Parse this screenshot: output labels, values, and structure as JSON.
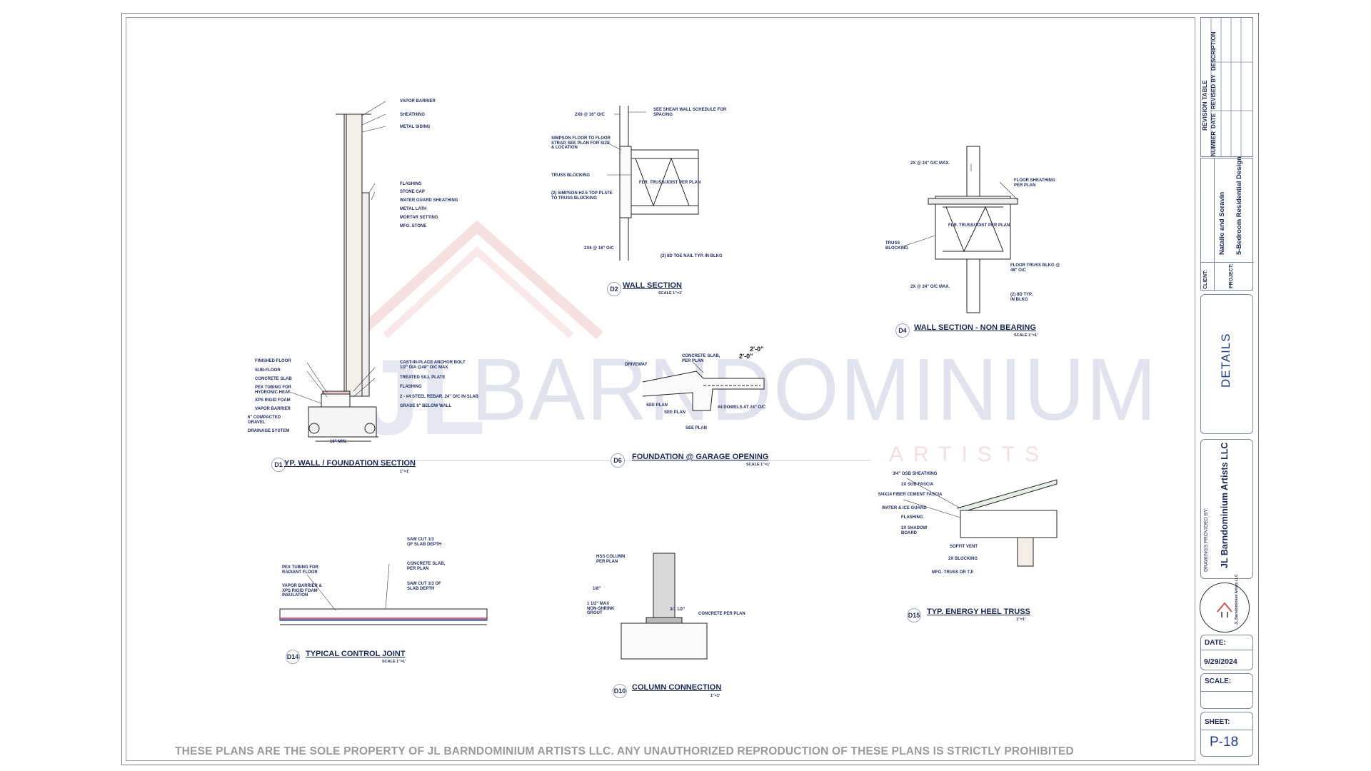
{
  "footer": "THESE PLANS ARE THE SOLE PROPERTY OF JL BARNDOMINIUM ARTISTS LLC. ANY UNAUTHORIZED REPRODUCTION OF THESE PLANS IS STRICTLY PROHIBITED",
  "watermark": {
    "main": "BARNDOMINIUM",
    "sub": "ARTISTS",
    "initials": "JL"
  },
  "title_block": {
    "revision_table": "REVISION TABLE",
    "rev_cols": [
      "NUMBER",
      "DATE",
      "REVISED BY",
      "DESCRIPTION"
    ],
    "client_label": "CLIENT:",
    "client": "Natalie and Soravin",
    "project_label": "PROJECT:",
    "project": "5-Bedroom Residential Design",
    "sheet_title": "DETAILS",
    "provided_by_label": "DRAWINGS PROVIDED BY:",
    "company": "JL Barndominium Artists LLC",
    "date_label": "DATE:",
    "date": "9/29/2024",
    "scale_label": "SCALE:",
    "scale": "",
    "sheet_label": "SHEET:",
    "sheet": "P-18"
  },
  "details": {
    "d1": {
      "tag": "D1",
      "title": "YP. WALL / FOUNDATION SECTION",
      "scale": "1\"=1'",
      "labels_right": [
        "VAPOR BARRIER",
        "SHEATHING",
        "METAL SIDING",
        "FLASHING",
        "STONE CAP",
        "WATER GUARD SHEATHING",
        "METAL LATH",
        "MORTAR SETTING",
        "MFG. STONE",
        "CAST-IN-PLACE ANCHOR BOLT\n1/2\" DIA @48\" O/C MAX",
        "TREATED SILL PLATE",
        "FLASHING",
        "2 - #4 STEEL REBAR, 24\" O/C IN SLAB",
        "GRADE 6\" BELOW WALL"
      ],
      "labels_left": [
        "FINISHED FLOOR",
        "SUB-FLOOR",
        "CONCRETE SLAB",
        "PEX TUBING FOR\nHYDRONIC HEAT",
        "XPS RIGID FOAM",
        "VAPOR BARRIER",
        "6\" COMPACTED\nGRAVEL",
        "DRAINAGE SYSTEM"
      ],
      "dim": "16\" MIN."
    },
    "d2": {
      "tag": "D2",
      "title": "WALL SECTION",
      "scale": "SCALE 1\"=1'",
      "labels": [
        "2x6 @ 16\" O/C",
        "SEE SHEAR WALL SCHEDULE FOR\nSPACING",
        "SIMPSON FLOOR TO FLOOR\nSTRAP, SEE PLAN FOR SIZE\n& LOCATION",
        "TRUSS BLOCKING",
        "FLR. TRUSS/JOIST PER PLAN",
        "(2) SIMPSON H2.5 TOP PLATE\nTO TRUSS BLOCKING",
        "2x6 @ 16\" O/C",
        "(2) 8d TOE NAIL TYP. IN BLKG"
      ]
    },
    "d4": {
      "tag": "D4",
      "title": "WALL SECTION - NON BEARING",
      "scale": "SCALE 1\"=1'",
      "labels": [
        "2x @ 24\" O/C MAX.",
        "FLOOR SHEATHING\nPER PLAN",
        "FLR. TRUSS/JOIST PER PLAN",
        "TRUSS\nBLOCKING",
        "FLOOR TRUSS BLKG @\n48\" O/C",
        "2x @ 24\" O/C MAX.",
        "(2) 8d TYP.\nIN BLKG"
      ]
    },
    "d6": {
      "tag": "D6",
      "title": "FOUNDATION @ GARAGE OPENING",
      "scale": "SCALE 1\"=1'",
      "labels": [
        "DRIVEWAY",
        "CONCRETE SLAB,\nPER PLAN",
        "SEE PLAN",
        "#4 DOWELS AT 24\" O/C",
        "SEE PLAN",
        "SEE PLAN"
      ],
      "dims": [
        "2'-0\"",
        "2'-0\""
      ]
    },
    "d10": {
      "tag": "D10",
      "title": "COLUMN CONNECTION",
      "scale": "1\"=1'",
      "labels": [
        "HSS COLUMN\nPER PLAN",
        "1/8\"",
        "1 1/2\" MAX\nNON-SHRINK\nGROUT",
        "3/1 1/2\"",
        "CONCRETE PER PLAN"
      ]
    },
    "d14": {
      "tag": "D14",
      "title": "TYPICAL CONTROL JOINT",
      "scale": "SCALE 1\"=1'",
      "labels": [
        "SAW CUT 1/3\nOF SLAB DEPTH",
        "PEX TUBING FOR\nRADIANT FLOOR",
        "CONCRETE SLAB,\nPER PLAN",
        "VAPOR BARRIER &\nXPS RIGID FOAM\nINSULATION",
        "SAW CUT 1/3 OF\nSLAB DEPTH"
      ]
    },
    "d15": {
      "tag": "D15",
      "title": "TYP. ENERGY HEEL TRUSS",
      "scale": "1\"=1'",
      "labels": [
        "3/4\" OSB SHEATHING",
        "2X SUB FASCIA",
        "5/4X14 FIBER CEMENT FASCIA",
        "WATER & ICE GUARD",
        "FLASHING",
        "2X SHADOW\nBOARD",
        "SOFFIT VENT",
        "2X BLOCKING",
        "MFG. TRUSS OR TJI"
      ]
    }
  },
  "colors": {
    "ink": "#1b2a55",
    "border": "#7c8aa8",
    "watermark_red": "#d98a8a",
    "watermark_blue": "#c6cce0"
  }
}
